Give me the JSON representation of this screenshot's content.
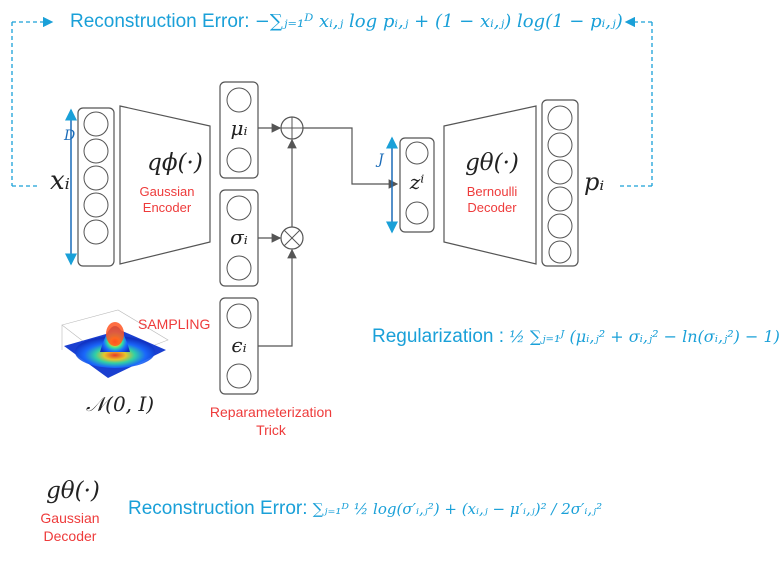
{
  "top": {
    "prefix": "Reconstruction Error: ",
    "formula": "−∑ⱼ₌₁ᴰ xᵢ,ⱼ log pᵢ,ⱼ + (1 − xᵢ,ⱼ) log(1 − pᵢ,ⱼ)"
  },
  "input": {
    "symbol": "xᵢ",
    "dim": "D"
  },
  "encoder": {
    "symbol": "qϕ(·)",
    "name1": "Gaussian",
    "name2": "Encoder"
  },
  "mu": "μᵢ",
  "sigma": "σᵢ",
  "eps": "ϵᵢ",
  "latent": {
    "symbol": "zⁱ",
    "dim": "J"
  },
  "decoder": {
    "symbol": "gθ(·)",
    "name1": "Bernoulli",
    "name2": "Decoder"
  },
  "output": {
    "symbol": "pᵢ"
  },
  "sampling": "SAMPLING",
  "normal": "𝒩(0, I)",
  "trick": {
    "line1": "Reparameterization",
    "line2": "Trick"
  },
  "regularization": {
    "prefix": "Regularization : ",
    "formula": "½ ∑ⱼ₌₁ᴶ (μᵢ,ⱼ² + σᵢ,ⱼ² − ln(σᵢ,ⱼ²) − 1)"
  },
  "bottom": {
    "symbol": "gθ(·)",
    "name1": "Gaussian",
    "name2": "Decoder",
    "prefix": "Reconstruction Error: ",
    "formula": "∑ⱼ₌₁ᴰ ½ log(σ′ᵢ,ⱼ²) + (xᵢ,ⱼ − μ′ᵢ,ⱼ)² / 2σ′ᵢ,ⱼ²"
  },
  "colors": {
    "accent": "#1aa0d8",
    "red": "#ee3b3b",
    "line": "#555555"
  }
}
